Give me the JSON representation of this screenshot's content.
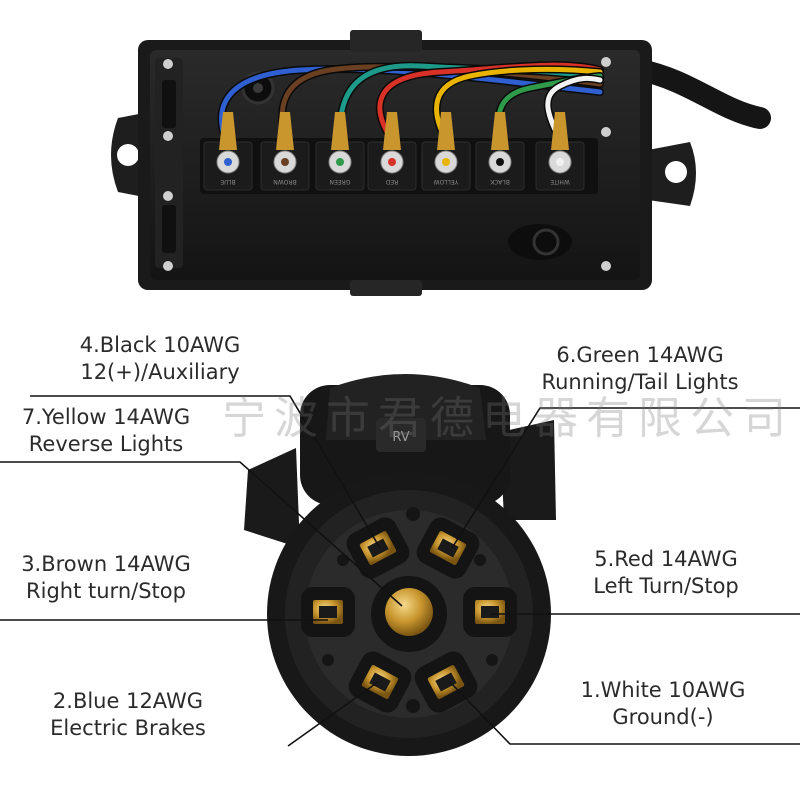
{
  "watermark": "宁波市君德电器有限公司",
  "box": {
    "terminal_labels": [
      "BLUE",
      "BROWN",
      "GREEN",
      "RED",
      "YELLOW",
      "BLACK",
      "WHITE"
    ]
  },
  "connector": {
    "housing_marking": "RV"
  },
  "pins": [
    {
      "line1": "4.Black 10AWG",
      "line2": "12(+)/Auxiliary"
    },
    {
      "line1": "6.Green 14AWG",
      "line2": "Running/Tail Lights"
    },
    {
      "line1": "7.Yellow 14AWG",
      "line2": "Reverse Lights"
    },
    {
      "line1": "3.Brown 14AWG",
      "line2": "Right turn/Stop"
    },
    {
      "line1": "5.Red 14AWG",
      "line2": "Left Turn/Stop"
    },
    {
      "line1": "2.Blue 12AWG",
      "line2": "Electric Brakes"
    },
    {
      "line1": "1.White  10AWG",
      "line2": "Ground(-)"
    }
  ],
  "colors": {
    "blue": "#2f5fd0",
    "brown": "#6b3f22",
    "green": "#2e9a4a",
    "teal": "#1d9a8a",
    "red": "#d83228",
    "yellow": "#e8b400",
    "white": "#f2f2f2",
    "black": "#111111",
    "brass": "#c9962e",
    "housing": "#1c1c1c"
  }
}
